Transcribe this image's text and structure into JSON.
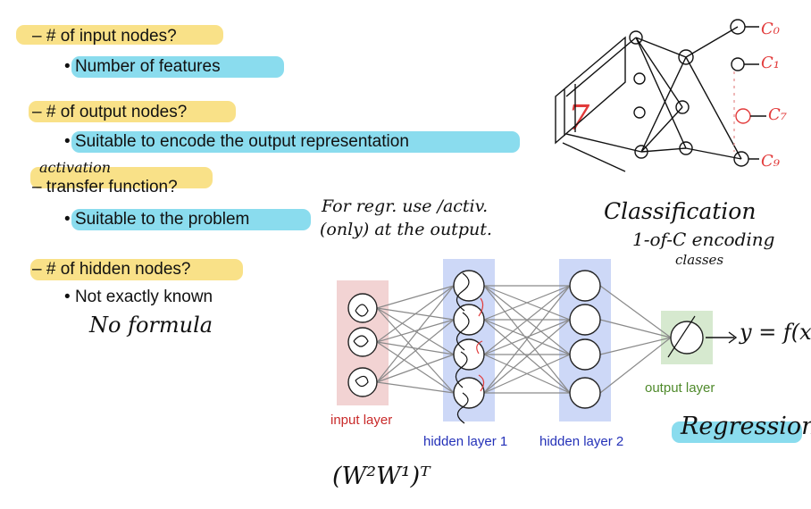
{
  "bullets": [
    {
      "dash": "–",
      "text": "# of input nodes?"
    },
    {
      "dot": "•",
      "text": "Number of features"
    },
    {
      "dash": "–",
      "text": "# of output nodes?"
    },
    {
      "dot": "•",
      "text": "Suitable to encode the output representation"
    },
    {
      "dash": "–",
      "text": "transfer function?"
    },
    {
      "dot": "•",
      "text": "Suitable to the problem"
    },
    {
      "dash": "–",
      "text": "# of hidden nodes?"
    },
    {
      "dot": "•",
      "text": "Not exactly known"
    }
  ],
  "handwriting": {
    "activation": "activation",
    "regr_note_1": "For regr. use /activ.",
    "regr_note_2": "(only) at the output.",
    "no_formula": "No formula",
    "classification": "Classification",
    "one_of_c": "1-of-C encoding",
    "classes": "classes",
    "regression": "Regression",
    "y_eq": "y = f(x)",
    "weights": "(W²W¹)ᵀ",
    "c0": "C₀",
    "c1": "C₁",
    "c7": "C₇",
    "c9": "C₉",
    "digit": "7"
  },
  "network": {
    "input_label": "input layer",
    "hidden1_label": "hidden layer 1",
    "hidden2_label": "hidden layer 2",
    "output_label": "output layer",
    "colors": {
      "input_bg": "#f2d3d3",
      "hidden_bg": "#cdd8f7",
      "output_bg": "#d6e9cf",
      "input_text": "#c92a2a",
      "hidden_text": "#2431b8",
      "output_text": "#4f8a2b"
    }
  }
}
